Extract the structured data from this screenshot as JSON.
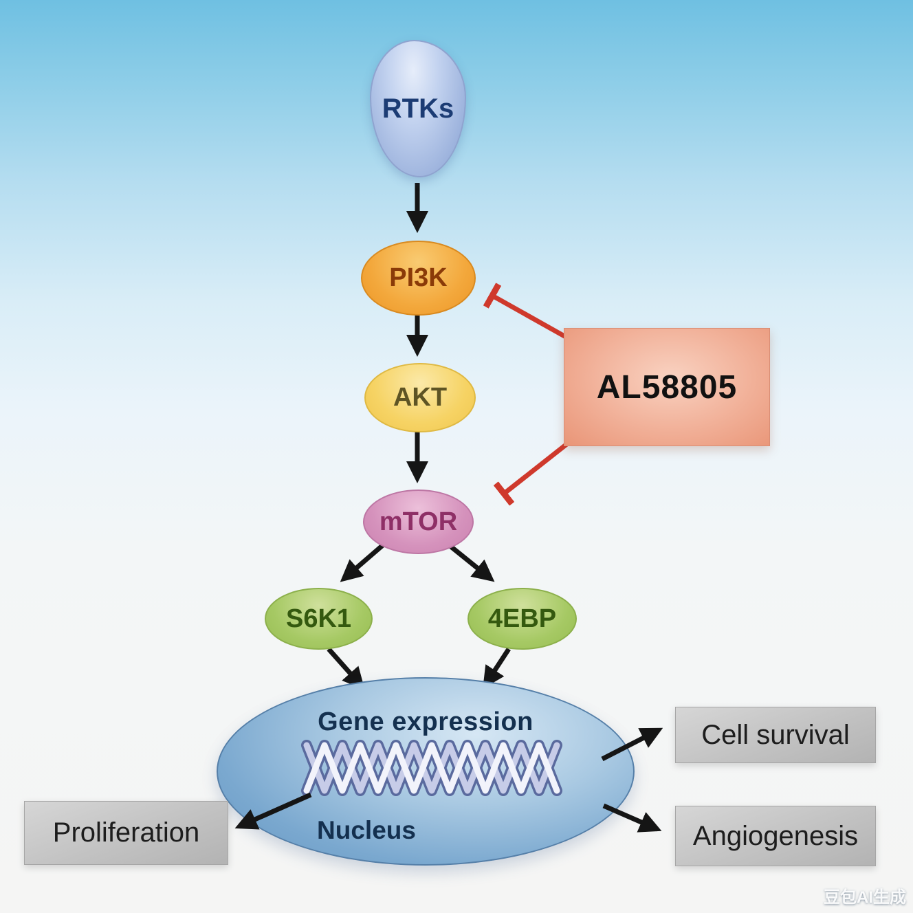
{
  "diagram": {
    "nodes": {
      "rtks": {
        "label": "RTKs"
      },
      "pi3k": {
        "label": "PI3K"
      },
      "akt": {
        "label": "AKT"
      },
      "mtor": {
        "label": "mTOR"
      },
      "s6k1": {
        "label": "S6K1"
      },
      "ebp4": {
        "label": "4EBP"
      }
    },
    "inhibitor": {
      "label": "AL58805"
    },
    "nucleus": {
      "title": "Gene expression",
      "label": "Nucleus"
    },
    "outputs": {
      "cell_survival": {
        "label": "Cell survival"
      },
      "angiogenesis": {
        "label": "Angiogenesis"
      },
      "proliferation": {
        "label": "Proliferation"
      }
    },
    "edges": [
      {
        "from": "RTKs",
        "to": "PI3K",
        "type": "activate"
      },
      {
        "from": "PI3K",
        "to": "AKT",
        "type": "activate"
      },
      {
        "from": "AKT",
        "to": "mTOR",
        "type": "activate"
      },
      {
        "from": "mTOR",
        "to": "S6K1",
        "type": "activate"
      },
      {
        "from": "mTOR",
        "to": "4EBP",
        "type": "activate"
      },
      {
        "from": "S6K1",
        "to": "Gene expression",
        "type": "activate"
      },
      {
        "from": "4EBP",
        "to": "Gene expression",
        "type": "activate"
      },
      {
        "from": "AL58805",
        "to": "PI3K",
        "type": "inhibit"
      },
      {
        "from": "AL58805",
        "to": "mTOR",
        "type": "inhibit"
      },
      {
        "from": "Nucleus",
        "to": "Proliferation",
        "type": "activate"
      },
      {
        "from": "Nucleus",
        "to": "Cell survival",
        "type": "activate"
      },
      {
        "from": "Nucleus",
        "to": "Angiogenesis",
        "type": "activate"
      }
    ],
    "colors": {
      "arrow": "#151515",
      "inhibitor_line": "#cf392c",
      "rtks_blue": "#a9bce4",
      "pi3k_orange": "#f3a83c",
      "akt_yellow": "#f6d364",
      "mtor_pink": "#d592bc",
      "kinase_green": "#a6c964",
      "nucleus_blue": "#7aa8cf",
      "inhibitor_salmon": "#f1b098",
      "output_gray": "#c2c2c2"
    },
    "watermark": "豆包AI生成"
  }
}
